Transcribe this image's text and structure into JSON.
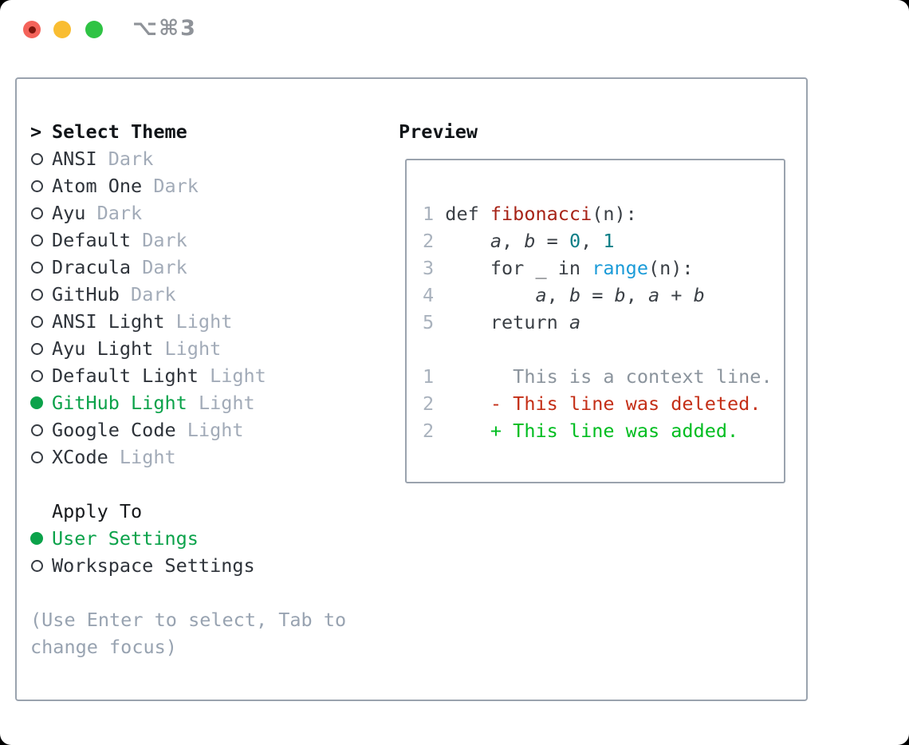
{
  "window": {
    "title": "⌥⌘3"
  },
  "titlebar_icons": {
    "close": "red-traffic-light",
    "minimize": "yellow-traffic-light",
    "zoom": "green-traffic-light"
  },
  "theme_panel": {
    "marker": ">",
    "header": "Select Theme",
    "themes": [
      {
        "name": "ANSI",
        "variant": "Dark",
        "selected": false
      },
      {
        "name": "Atom One",
        "variant": "Dark",
        "selected": false
      },
      {
        "name": "Ayu",
        "variant": "Dark",
        "selected": false
      },
      {
        "name": "Default",
        "variant": "Dark",
        "selected": false
      },
      {
        "name": "Dracula",
        "variant": "Dark",
        "selected": false
      },
      {
        "name": "GitHub",
        "variant": "Dark",
        "selected": false
      },
      {
        "name": "ANSI Light",
        "variant": "Light",
        "selected": false
      },
      {
        "name": "Ayu Light",
        "variant": "Light",
        "selected": false
      },
      {
        "name": "Default Light",
        "variant": "Light",
        "selected": false
      },
      {
        "name": "GitHub Light",
        "variant": "Light",
        "selected": true
      },
      {
        "name": "Google Code",
        "variant": "Light",
        "selected": false
      },
      {
        "name": "XCode",
        "variant": "Light",
        "selected": false
      }
    ]
  },
  "apply_panel": {
    "header": "Apply To",
    "options": [
      {
        "label": "User Settings",
        "selected": true
      },
      {
        "label": "Workspace Settings",
        "selected": false
      }
    ]
  },
  "hint_lines": [
    "(Use Enter to select, Tab to",
    "change focus)"
  ],
  "preview_panel": {
    "header": "Preview",
    "lines": [
      {
        "num": "1",
        "segments": [
          [
            "def ",
            "plain"
          ],
          [
            "fibonacci",
            "func"
          ],
          [
            "(n):",
            "plain"
          ]
        ]
      },
      {
        "num": "2",
        "segments": [
          [
            "    ",
            "plain"
          ],
          [
            "a",
            "var"
          ],
          [
            ", ",
            "plain"
          ],
          [
            "b",
            "var"
          ],
          [
            " = ",
            "plain"
          ],
          [
            "0",
            "num"
          ],
          [
            ", ",
            "plain"
          ],
          [
            "1",
            "num"
          ]
        ]
      },
      {
        "num": "3",
        "segments": [
          [
            "    for _ in ",
            "plain"
          ],
          [
            "range",
            "call"
          ],
          [
            "(n):",
            "plain"
          ]
        ]
      },
      {
        "num": "4",
        "segments": [
          [
            "        ",
            "plain"
          ],
          [
            "a",
            "var"
          ],
          [
            ", ",
            "plain"
          ],
          [
            "b",
            "var"
          ],
          [
            " = ",
            "plain"
          ],
          [
            "b",
            "var"
          ],
          [
            ", ",
            "plain"
          ],
          [
            "a",
            "var"
          ],
          [
            " + ",
            "plain"
          ],
          [
            "b",
            "var"
          ]
        ]
      },
      {
        "num": "5",
        "segments": [
          [
            "    return ",
            "plain"
          ],
          [
            "a",
            "var"
          ]
        ]
      },
      {
        "num": "",
        "segments": []
      },
      {
        "num": "1",
        "segments": [
          [
            "      This is a context line.",
            "context"
          ]
        ]
      },
      {
        "num": "2",
        "segments": [
          [
            "    - This line was deleted.",
            "deleted"
          ]
        ]
      },
      {
        "num": "2",
        "segments": [
          [
            "    + This line was added.",
            "added"
          ]
        ]
      }
    ]
  },
  "colors": {
    "accent_green": "#0ba24a",
    "diff_added": "#00bd20",
    "diff_deleted": "#c42f17",
    "function_red": "#a72317",
    "number_teal": "#0b7e86",
    "call_blue": "#1b9bd8",
    "muted_gray": "#a2abb8",
    "hint_gray": "#98a3b1",
    "border_gray": "#9aa3ae",
    "traffic_red": "#f4635a",
    "traffic_yellow": "#f9bd31",
    "traffic_green": "#2fc344"
  }
}
